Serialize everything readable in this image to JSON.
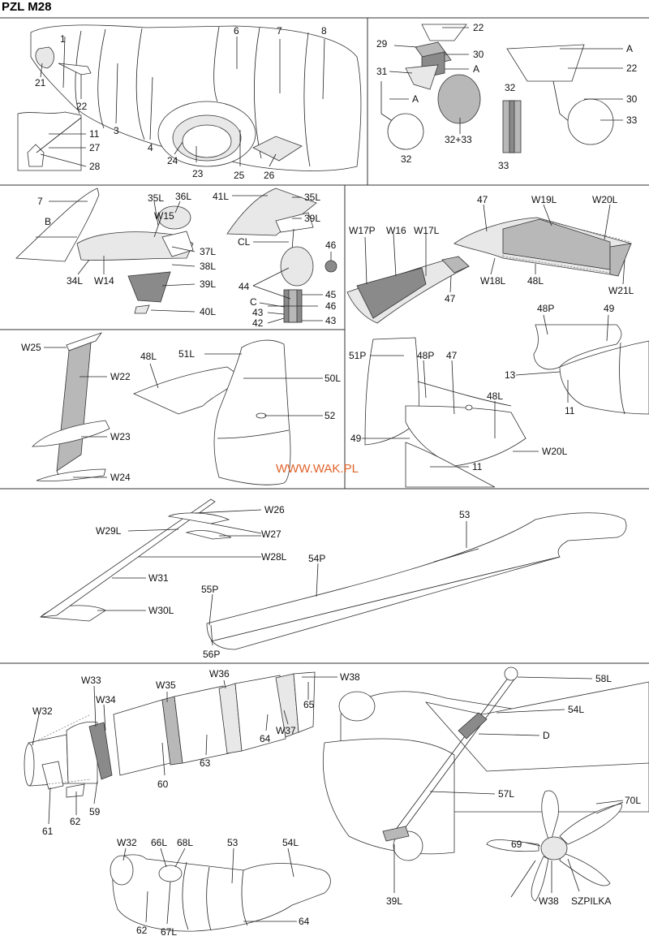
{
  "title": "PZL M28",
  "watermark": "WWW.WAK.PL",
  "panels": {
    "fuselage_nose": [
      "1",
      "3",
      "4",
      "6",
      "7",
      "8",
      "21",
      "22",
      "23",
      "24",
      "25",
      "26",
      "11",
      "27",
      "28"
    ],
    "tail_wheel": [
      "22",
      "29",
      "30",
      "A",
      "31",
      "32",
      "32+33",
      "33"
    ],
    "tail_wheel_alt": [
      "A",
      "22",
      "30",
      "32",
      "33"
    ],
    "fin_stab": [
      "7",
      "B",
      "35L",
      "36L",
      "W15",
      "37L",
      "38L",
      "34L",
      "W14",
      "39L",
      "40L"
    ],
    "main_wheel": [
      "41L",
      "35L",
      "39L",
      "CL",
      "46",
      "44",
      "45",
      "C",
      "43",
      "42"
    ],
    "elevators": [
      "W17P",
      "W16",
      "W17L",
      "47",
      "W19L",
      "W20L",
      "W18L",
      "48L",
      "W21L"
    ],
    "rudder": [
      "W25",
      "W22",
      "W23",
      "W24"
    ],
    "tail_unit": [
      "48L",
      "51L",
      "50L",
      "52"
    ],
    "tail_assembly": [
      "48P",
      "49",
      "13",
      "11",
      "51P",
      "47",
      "48L",
      "49",
      "W20L",
      "11"
    ],
    "wing": [
      "W26",
      "W29L",
      "W27",
      "W28L",
      "W31",
      "W30L",
      "53",
      "54P",
      "55P",
      "56P"
    ],
    "cowling": [
      "W33",
      "W35",
      "W36",
      "W38",
      "W32",
      "W34",
      "65",
      "W37",
      "64",
      "63",
      "60",
      "59",
      "61",
      "62"
    ],
    "assembly": [
      "58L",
      "54L",
      "D",
      "57L",
      "39L"
    ],
    "propeller": [
      "70L",
      "69",
      "W38",
      "SZPILKA"
    ],
    "lower_fuselage": [
      "W32",
      "66L",
      "68L",
      "53",
      "54L",
      "62",
      "67L",
      "64"
    ]
  }
}
